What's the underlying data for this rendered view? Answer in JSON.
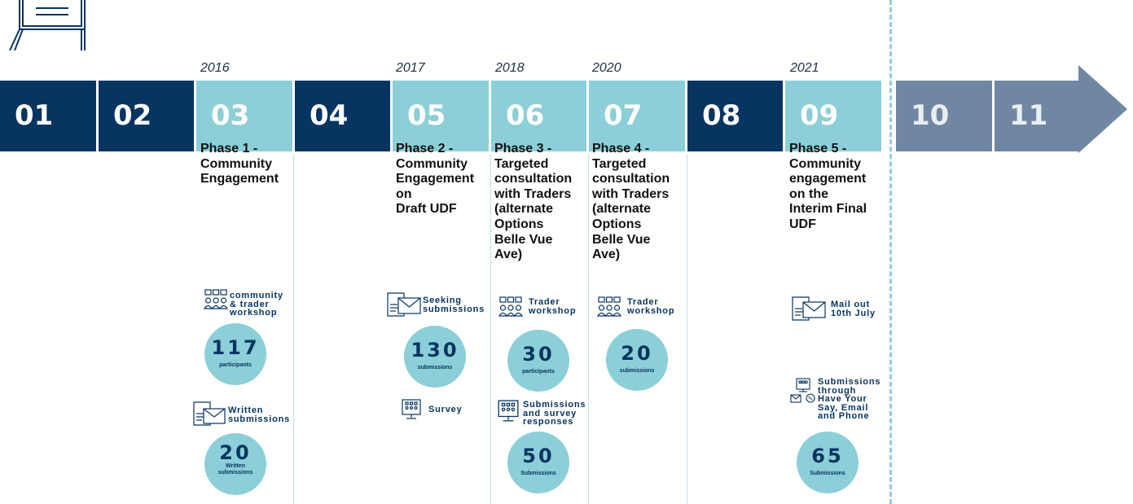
{
  "colors": {
    "dark": "#073461",
    "light": "#8ccfd8",
    "grey": "#6f87a3"
  },
  "boxes": [
    {
      "num": "01",
      "style": "dark"
    },
    {
      "num": "02",
      "style": "dark"
    },
    {
      "num": "03",
      "style": "light"
    },
    {
      "num": "04",
      "style": "dark"
    },
    {
      "num": "05",
      "style": "light"
    },
    {
      "num": "06",
      "style": "light"
    },
    {
      "num": "07",
      "style": "light"
    },
    {
      "num": "08",
      "style": "dark"
    },
    {
      "num": "09",
      "style": "light"
    },
    {
      "num": "10",
      "style": "grey"
    },
    {
      "num": "11",
      "style": "grey"
    }
  ],
  "years": {
    "y03": "2016",
    "y05": "2017",
    "y06": "2018",
    "y07": "2020",
    "y09": "2021"
  },
  "phases": {
    "p03": [
      "Phase 1 -",
      "Community",
      "Engagement"
    ],
    "p05": [
      "Phase 2 -",
      "Community",
      "Engagement",
      "on",
      "Draft UDF"
    ],
    "p06": [
      "Phase 3 -",
      "Targeted",
      "consultation",
      "with Traders",
      "(alternate",
      "Options",
      "Belle Vue",
      "Ave)"
    ],
    "p07": [
      "Phase 4 -",
      "Targeted",
      "consultation",
      "with Traders",
      "(alternate",
      "Options",
      "Belle Vue",
      "Ave)"
    ],
    "p09": [
      "Phase 5 -",
      "Community",
      "engagement",
      "on the",
      "Interim Final",
      "UDF"
    ]
  },
  "labels": {
    "l03a": [
      "community",
      "& trader",
      "workshop"
    ],
    "l03b": [
      "Written",
      "submissions"
    ],
    "l05a": [
      "Seeking",
      "submissions"
    ],
    "l05b": [
      "Survey"
    ],
    "l06a": [
      "Trader",
      "workshop"
    ],
    "l06b": [
      "Submissions",
      "and survey",
      "responses"
    ],
    "l07a": [
      "Trader",
      "workshop"
    ],
    "l09a": [
      "Mail out",
      "10th July"
    ],
    "l09b": [
      "Submissions",
      "through",
      "Have Your",
      "Say, Email",
      "and Phone"
    ]
  },
  "stats": {
    "s03a": {
      "value": "117",
      "label": "participants"
    },
    "s03b": {
      "value": "20",
      "label": "Written submissions"
    },
    "s05a": {
      "value": "130",
      "label": "submissions"
    },
    "s06a": {
      "value": "30",
      "label": "participants"
    },
    "s06b": {
      "value": "50",
      "label": "Submissions"
    },
    "s07a": {
      "value": "20",
      "label": "submissions"
    },
    "s09a": {
      "value": "65",
      "label": "Submissions"
    }
  },
  "icons": {
    "logo": "easel-board-icon",
    "people": "people-workshop-icon",
    "letter": "envelope-document-icon",
    "screen": "computer-survey-icon"
  }
}
